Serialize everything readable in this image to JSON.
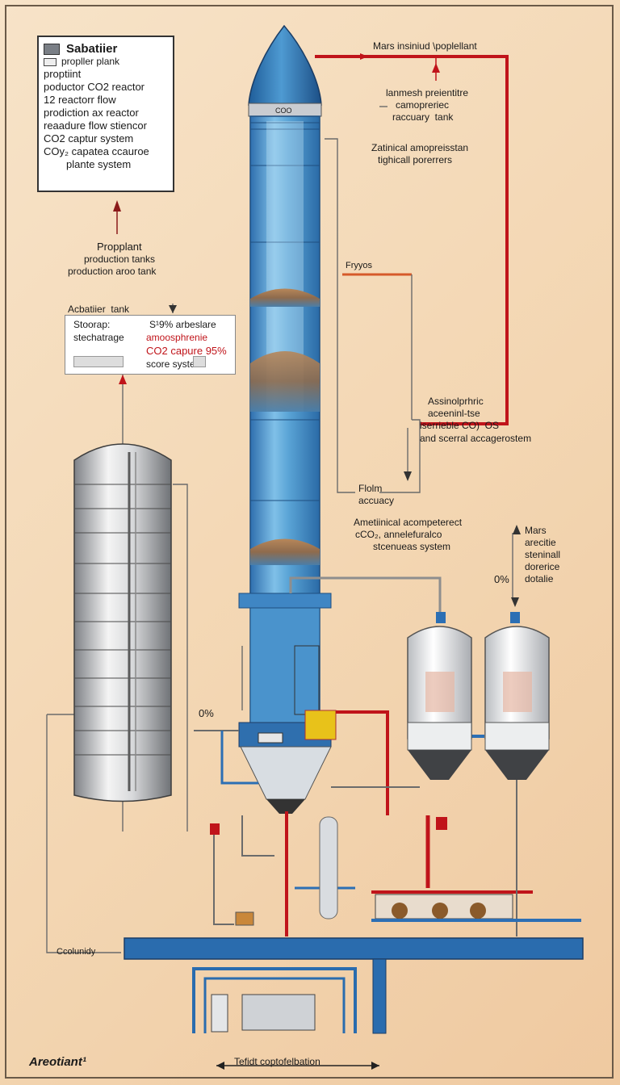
{
  "legend": {
    "title": "Sabatiier",
    "row1": "propller plank",
    "row2": "proptiint",
    "row3": "poductor CO2 reactor",
    "row4": "12  reactorr flow",
    "row5": "prodiction ax reactor",
    "row6": "reaadure flow stiencor",
    "row7": "CO2 captur system",
    "row8": "COy₂ capatea ccauroe",
    "row9": "plante system"
  },
  "left_labels": {
    "propellant_1": "Propplant",
    "propellant_2": "production tanks",
    "propellant_3": "production aroo tank",
    "tank_label": "Acbatiier  tank"
  },
  "storage_box": {
    "line1": "Stoorap:",
    "line2": "stechatrage",
    "line3": "S¹9% arbeslare",
    "line4": "amoosphrenie",
    "line5": "CO2 capure 95%",
    "line6": "score system"
  },
  "rocket": {
    "band_label": "COO"
  },
  "right_labels": {
    "mars_insitu": "Mars insiniud \\poplellant",
    "r1": "lanmesh preientitre",
    "r2": "camopreriec",
    "r3": "raccuary  tank",
    "r4": "Zatinical amopreisstan",
    "r5": "tighicall porerrers",
    "cryos": "Fryyos",
    "atm1": "Assinolprhric",
    "atm2": "aceeninl-tse",
    "atm3": "iserrieble CO)  OS",
    "atm4": "and scerral accagerostem",
    "flow1": "Flolm",
    "flow2": "accuacy",
    "ame1": "Ametiinical acompeterect",
    "ame2": "cCO₂, annelefuralco",
    "ame3": "stcenueas system",
    "mars1": "Mars",
    "mars2": "arecitie",
    "mars3": "steninall",
    "mars4": "dorerice",
    "mars5": "dotalie",
    "pct_right": "0%",
    "pct_left": "0%"
  },
  "bottom": {
    "colonly": "Ccolunidy",
    "brand": "Areotiant¹",
    "caption": "Tefidt coptofelbation"
  },
  "colors": {
    "rocket_blue": "#3f86c4",
    "pipe_red": "#d0261d",
    "pipe_blue": "#2c6fb4",
    "tank_white": "#f2f2f2",
    "base_blue": "#2a6cae"
  }
}
